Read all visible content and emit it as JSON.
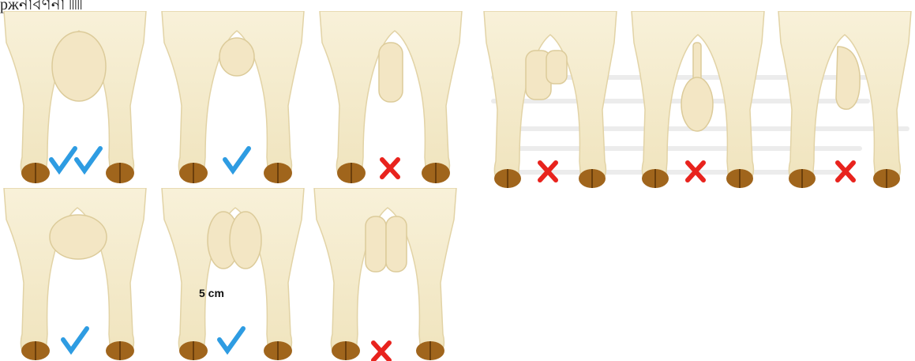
{
  "page": {
    "cut_text": "ржনাবর্ণনা ৷৷৷৷৷"
  },
  "legend": {
    "good": "double-check-icon",
    "ok": "check-icon",
    "bad": "cross-icon"
  },
  "colors": {
    "check": "#2e9ce2",
    "cross": "#e8231d",
    "hide": "#f6efd4",
    "hide_shadow": "#e2d3a6",
    "udder": "#f3e6c4",
    "hoof": "#a0651c"
  },
  "rows": [
    {
      "panels": [
        {
          "udder": "round-large",
          "mark": "double-check-icon"
        },
        {
          "udder": "round-small",
          "mark": "check-icon"
        },
        {
          "udder": "pendulous-narrow",
          "mark": "cross-icon"
        },
        {
          "udder": "uneven-split",
          "mark": "cross-icon"
        },
        {
          "udder": "stalked-teat",
          "mark": "cross-icon"
        },
        {
          "udder": "lopsided",
          "mark": "cross-icon"
        }
      ]
    },
    {
      "panels": [
        {
          "udder": "round-wide",
          "mark": "check-icon"
        },
        {
          "udder": "two-lobed",
          "mark": "check-icon",
          "measure_label": "5 cm"
        },
        {
          "udder": "long-split",
          "mark": "cross-icon"
        }
      ]
    }
  ]
}
